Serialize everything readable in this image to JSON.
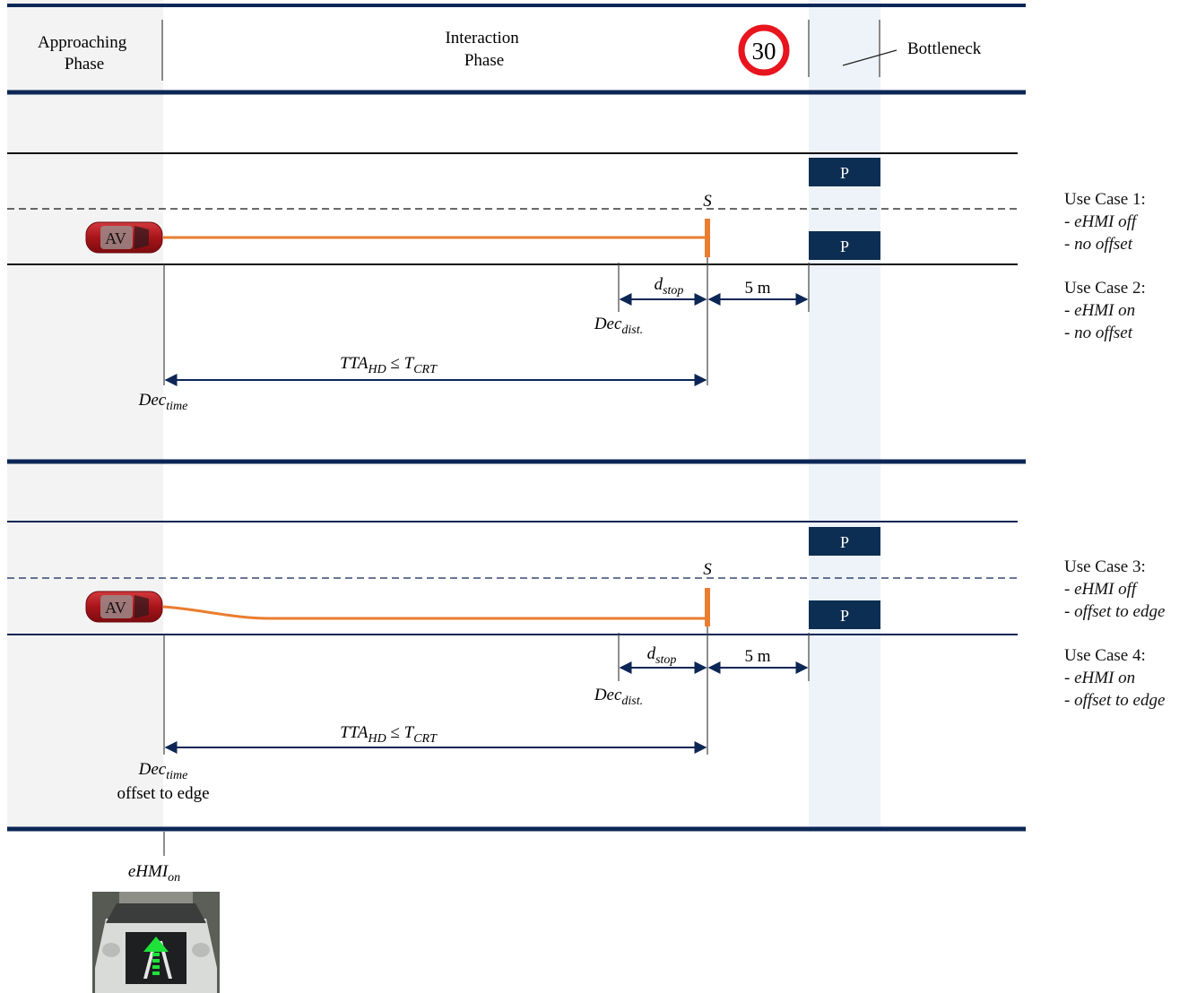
{
  "header": {
    "approaching_phase": [
      "Approaching",
      "Phase"
    ],
    "interaction_phase": [
      "Interaction",
      "Phase"
    ],
    "speed_limit": "30",
    "bottleneck": "Bottleneck"
  },
  "scenarios": [
    {
      "av_label": "AV",
      "stop_label": "S",
      "parking": [
        "P",
        "P"
      ],
      "d_stop": {
        "base": "d",
        "sub": "stop"
      },
      "dec_dist": {
        "base": "Dec",
        "sub": "dist."
      },
      "gap": "5 m",
      "tta": {
        "a": "TTA",
        "a_sub": "HD",
        "op": " ≤ ",
        "b": "T",
        "b_sub": "CRT"
      },
      "dec_time": {
        "base": "Dec",
        "sub": "time"
      },
      "dec_time_note": ""
    },
    {
      "av_label": "AV",
      "stop_label": "S",
      "parking": [
        "P",
        "P"
      ],
      "d_stop": {
        "base": "d",
        "sub": "stop"
      },
      "dec_dist": {
        "base": "Dec",
        "sub": "dist."
      },
      "gap": "5 m",
      "tta": {
        "a": "TTA",
        "a_sub": "HD",
        "op": " ≤ ",
        "b": "T",
        "b_sub": "CRT"
      },
      "dec_time": {
        "base": "Dec",
        "sub": "time"
      },
      "dec_time_note": "offset to edge"
    }
  ],
  "ehmi": {
    "base": "eHMI",
    "sub": "on",
    "image_icon": "ehmi-vehicle-front-arrow"
  },
  "use_cases": [
    {
      "title": "Use Case 1:",
      "items": [
        "- eHMI off",
        "- no offset"
      ]
    },
    {
      "title": "Use Case 2:",
      "items": [
        "- eHMI on",
        "- no offset"
      ]
    },
    {
      "title": "Use Case 3:",
      "items": [
        "- eHMI off",
        "- offset to edge"
      ]
    },
    {
      "title": "Use Case 4:",
      "items": [
        "- eHMI on",
        "- offset to edge"
      ]
    }
  ],
  "colors": {
    "navy": "#0c2656",
    "orange": "#ea7d30",
    "parking": "#0d2e53",
    "approach_bg": "#f3f3f3",
    "bottleneck_bg": "#eef3f9",
    "sign_red": "#e8141e",
    "car_red": "#b3161c"
  }
}
